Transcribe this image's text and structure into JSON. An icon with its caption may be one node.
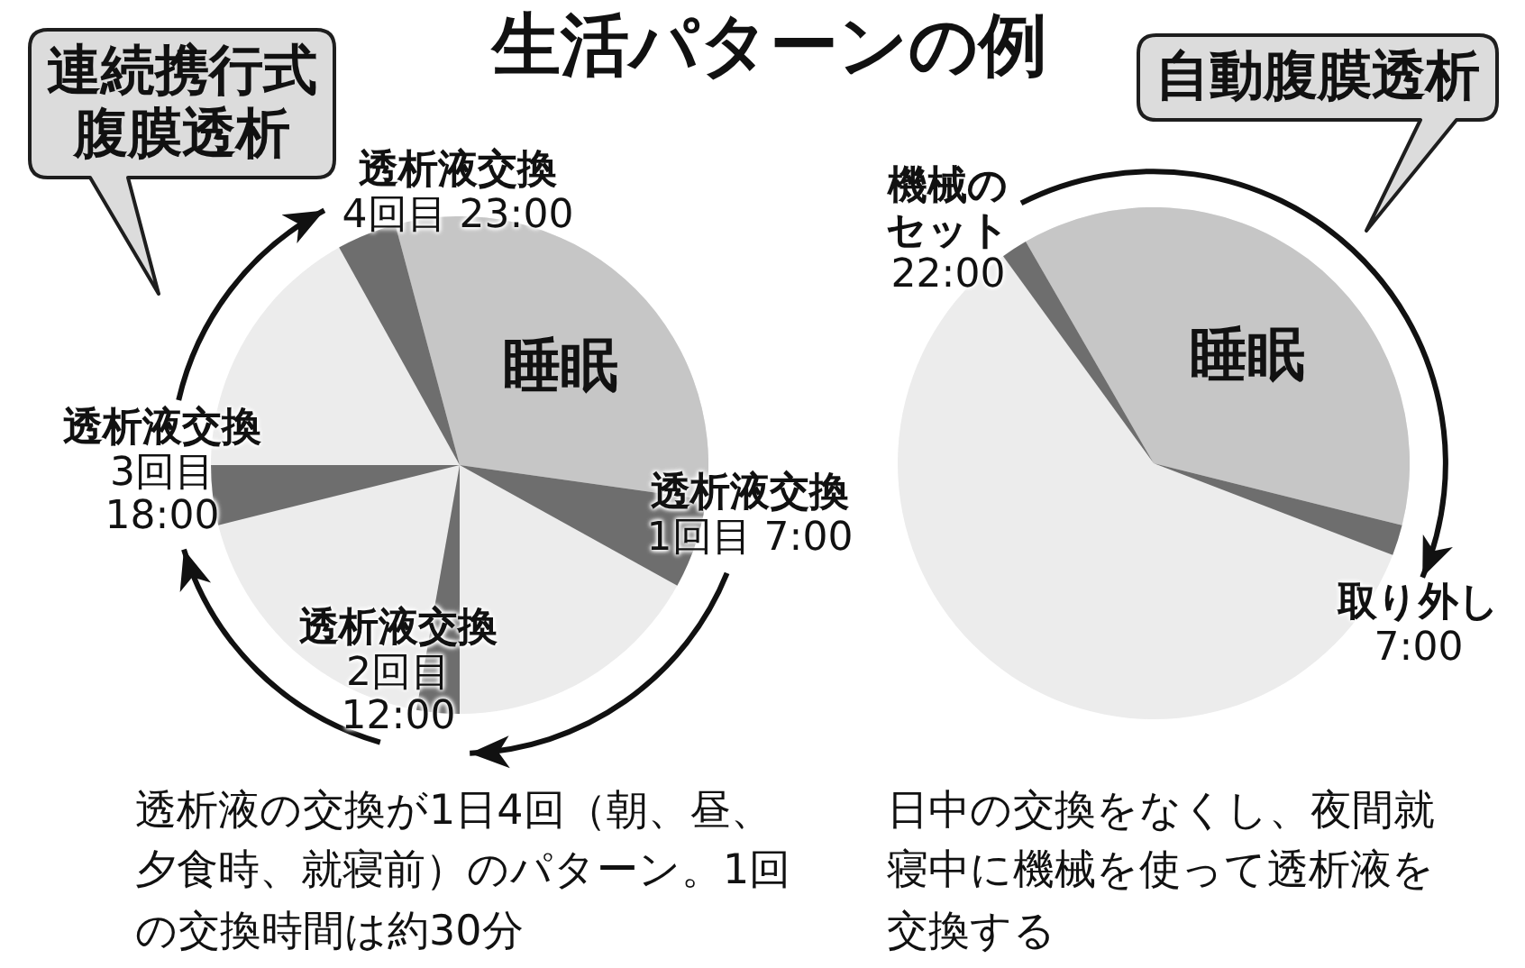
{
  "diagram": {
    "title": "生活パターンの例",
    "nodes": [
      {
        "text": [
          "連続携行式腹膜透析"
        ]
      },
      {
        "text": [
          "透析液交換",
          "4回目 23:00"
        ]
      },
      {
        "text": [
          "睡眠"
        ]
      },
      {
        "text": [
          "透析液交換",
          "3回目",
          "18:00"
        ]
      },
      {
        "text": [
          "透析液交換",
          "1回目 7:00"
        ]
      },
      {
        "text": [
          "透析液交換",
          "2回目",
          "12:00"
        ]
      },
      {
        "text": [
          "自動腹膜透析"
        ]
      },
      {
        "text": [
          "機械のセット",
          "22:00"
        ]
      },
      {
        "text": [
          "睡眠"
        ]
      },
      {
        "text": [
          "取り外し",
          "7:00"
        ]
      },
      {
        "text": [],
        "shape": "wedge"
      },
      {
        "text": [],
        "shape": "wedge"
      },
      {
        "text": [],
        "shape": "wedge"
      },
      {
        "text": [],
        "shape": "wedge"
      },
      {
        "text": [],
        "shape": "wedge"
      },
      {
        "text": [],
        "shape": "wedge"
      }
    ],
    "edges": [
      {
        "from": 4,
        "to": 5,
        "arrow": "to"
      },
      {
        "from": 5,
        "to": 3,
        "arrow": "to"
      },
      {
        "from": 3,
        "to": 1,
        "arrow": "to"
      },
      {
        "from": 7,
        "to": 9,
        "arrow": "to"
      }
    ],
    "labels": [
      "透析液の交換が1日4回（朝、昼、夕食時、就寝前）のパターン。1回の交換時間は約30分",
      "日中の交換をなくし、夜間就寝中に機械を使って透析液を交換する"
    ]
  }
}
